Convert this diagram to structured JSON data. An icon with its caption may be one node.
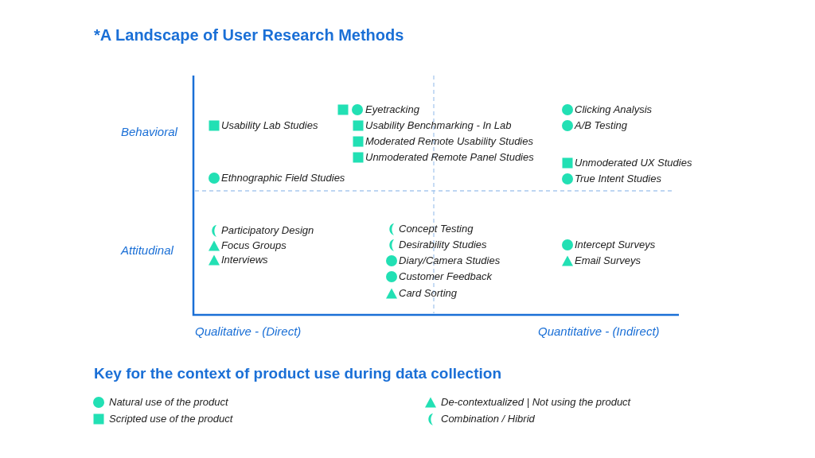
{
  "diagram": {
    "title": "*A Landscape of User Research Methods",
    "labels": [
      "Behavioral",
      "Attitudinal",
      "Usability Lab Studies",
      "Ethnographic Field Studies",
      "Participatory Design",
      "Focus Groups",
      "Interviews",
      "Eyetracking",
      "Usability Benchmarking - In Lab",
      "Moderated Remote Usability Studies",
      "Unmoderated Remote Panel Studies",
      "Concept Testing",
      "Desirability Studies",
      "Diary/Camera Studies",
      "Customer Feedback",
      "Card Sorting",
      "Clicking Analysis",
      "A/B Testing",
      "Unmoderated UX Studies",
      "True Intent Studies",
      "Intercept Surveys",
      "Email Surveys",
      "Qualitative - (Direct)",
      "Quantitative - (Indirect)",
      "Key for the context of product use during data collection"
    ],
    "legend": [
      {
        "text": "Natural use of the product"
      },
      {
        "text": "Scripted use of the product"
      },
      {
        "text": "De-contextualized | Not using the product"
      },
      {
        "text": "Combination / Hibrid"
      }
    ]
  }
}
